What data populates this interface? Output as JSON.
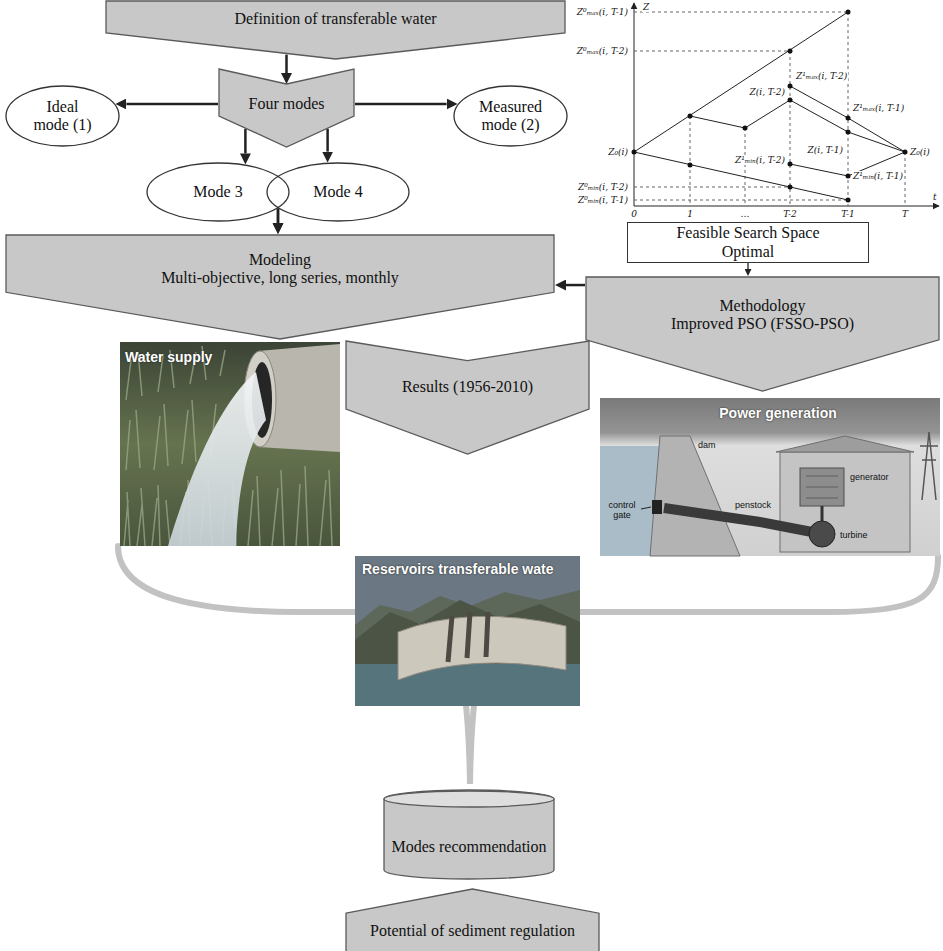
{
  "diagram": {
    "nodes": [
      {
        "text": [
          "Definition of transferable water"
        ]
      },
      {
        "text": [
          "Four modes"
        ]
      },
      {
        "text": [
          "Ideal mode (1)"
        ]
      },
      {
        "text": [
          "Measured mode (2)"
        ]
      },
      {
        "text": [
          "Mode 3"
        ]
      },
      {
        "text": [
          "Mode 4"
        ]
      },
      {
        "text": [
          "Feasible Search Space Optimal"
        ]
      },
      {
        "text": [
          "Modeling",
          "Multi-objective, long series, monthly"
        ]
      },
      {
        "text": [
          "Methodology",
          "Improved PSO (FSSO-PSO)"
        ]
      },
      {
        "text": [
          "Results (1956-2010)"
        ]
      },
      {
        "text": [
          "Modes recommendation"
        ]
      },
      {
        "text": [
          "Potential of sediment regulation"
        ]
      }
    ],
    "edges": [
      {
        "from": 0,
        "to": 1,
        "arrow": "to"
      },
      {
        "from": 1,
        "to": 2,
        "arrow": "to"
      },
      {
        "from": 1,
        "to": 3,
        "arrow": "to"
      },
      {
        "from": 1,
        "to": 4,
        "arrow": "to"
      },
      {
        "from": 1,
        "to": 5,
        "arrow": "to"
      },
      {
        "from": 4,
        "to": 7,
        "arrow": "to"
      },
      {
        "from": 5,
        "to": 7,
        "arrow": "to"
      },
      {
        "from": 6,
        "to": 8,
        "arrow": "to"
      },
      {
        "from": 8,
        "to": 7,
        "arrow": "to"
      }
    ],
    "labels": [
      "Z",
      "Z⁰ₘₐₓ(i, T-1)",
      "Z⁰ₘₐₓ(i, T-2)",
      "Z¹ₘₐₓ(i, T-2)",
      "Z(i, T-2)",
      "Z(i, T-1)",
      "Z¹ₘₐₓ(i, T-1)",
      "Z₀(i)",
      "Z₀(i)",
      "Z¹ₘᵢₙ(i, T-2)",
      "Z¹ₘᵢₙ(i, T-1)",
      "Z⁰ₘᵢₙ(i, T-2)",
      "Z⁰ₘᵢₙ(i, T-1)",
      "0",
      "1",
      "…",
      "T-2",
      "T-1",
      "T",
      "t",
      "Water supply",
      "Power generation",
      "dam",
      "control gate",
      "generator",
      "penstock",
      "turbine",
      "Reservoirs transferable wate"
    ]
  }
}
